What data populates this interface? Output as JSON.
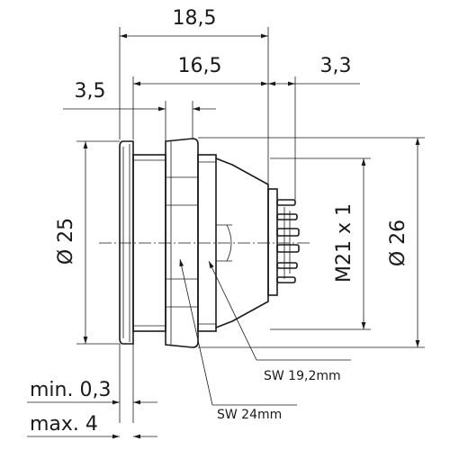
{
  "dimensions": {
    "overall_length": "18,5",
    "body_length": "16,5",
    "rear_length": "3,3",
    "flange_thickness": "3,5",
    "flange_diameter": "Ø 25",
    "housing_diameter": "Ø 26",
    "thread": "M21 x 1",
    "wall_min": "min. 0,3",
    "wall_max": "max. 4"
  },
  "callouts": {
    "wrench_small": "SW 19,2mm",
    "wrench_large": "SW 24mm"
  }
}
